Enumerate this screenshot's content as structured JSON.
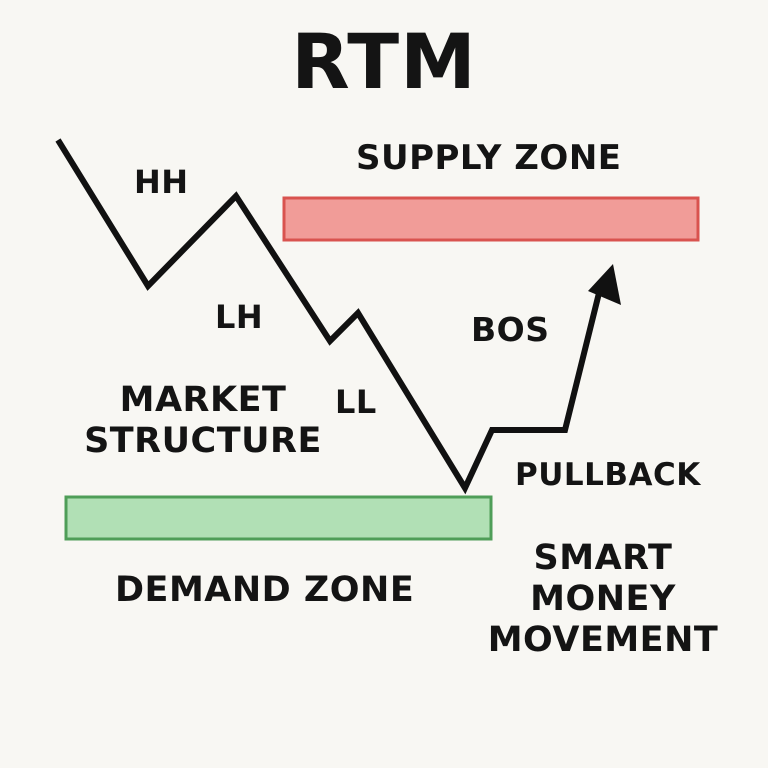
{
  "title": "RTM",
  "labels": {
    "supply_zone": "SUPPLY ZONE",
    "demand_zone": "DEMAND ZONE",
    "higher_high": "HH",
    "lower_high": "LH",
    "lower_low": "LL",
    "break_of_structure": "BOS",
    "pullback": "PULLBACK",
    "market_structure": "MARKET\nSTRUCTURE",
    "smart_money_movement": "SMART\nMONEY\nMOVEMENT"
  },
  "colors": {
    "background": "#f8f7f3",
    "text": "#141414",
    "price_line": "#111111",
    "supply_fill": "#f19c98",
    "supply_border": "#d9534f",
    "demand_fill": "#b1e0b5",
    "demand_border": "#4f9e58"
  },
  "icons": {
    "trend_arrow": "arrow-up-right-icon"
  }
}
